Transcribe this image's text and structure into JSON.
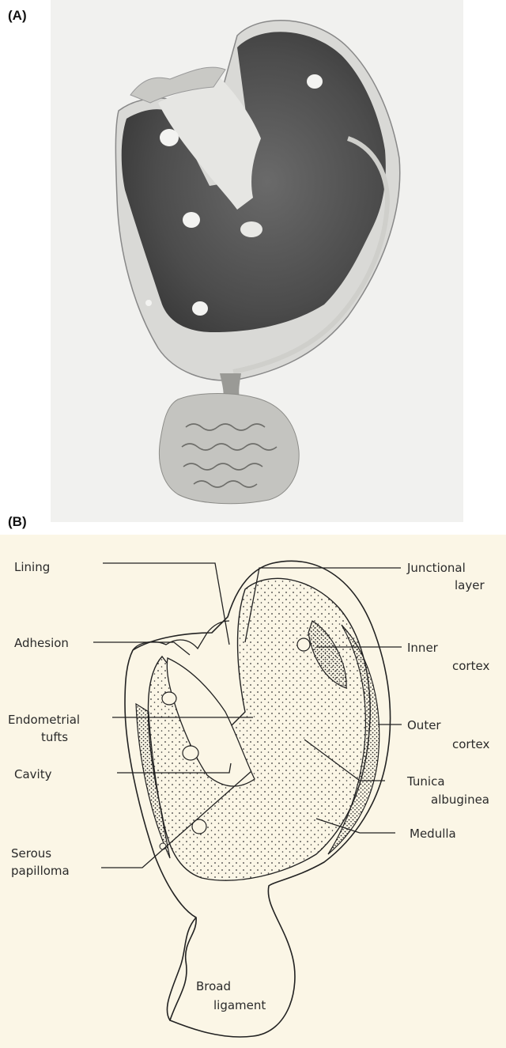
{
  "panels": {
    "a": {
      "label": "(A)"
    },
    "b": {
      "label": "(B)"
    }
  },
  "diagram": {
    "labels_left": {
      "lining": "Lining",
      "adhesion": "Adhesion",
      "endometrial_1": "Endometrial",
      "endometrial_2": "tufts",
      "cavity": "Cavity",
      "serous_1": "Serous",
      "serous_2": "papilloma"
    },
    "labels_right": {
      "junctional_1": "Junctional",
      "junctional_2": "layer",
      "inner_1": "Inner",
      "inner_2": "cortex",
      "outer_1": "Outer",
      "outer_2": "cortex",
      "tunica_1": "Tunica",
      "tunica_2": "albuginea",
      "medulla": "Medulla"
    },
    "labels_center": {
      "broad_1": "Broad",
      "broad_2": "ligament"
    }
  }
}
